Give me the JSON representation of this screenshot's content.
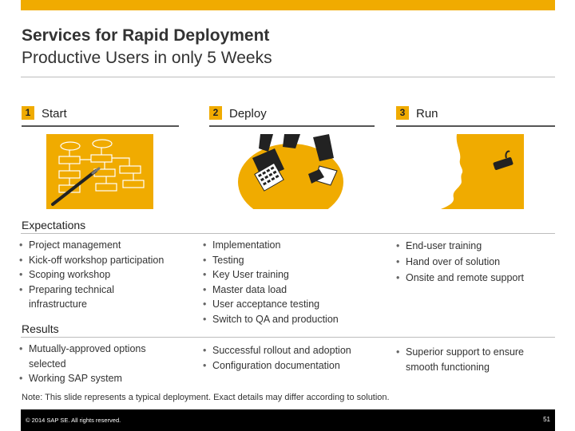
{
  "title": {
    "line1": "Services for Rapid Deployment",
    "line2": "Productive Users in only 5 Weeks"
  },
  "phases": [
    {
      "number": "1",
      "label": "Start"
    },
    {
      "number": "2",
      "label": "Deploy"
    },
    {
      "number": "3",
      "label": "Run"
    }
  ],
  "expectations": {
    "heading": "Expectations",
    "start": [
      "Project management",
      "Kick-off workshop participation",
      "Scoping workshop",
      "Preparing technical infrastructure"
    ],
    "deploy": [
      "Implementation",
      "Testing",
      "Key User training",
      "Master data load",
      "User acceptance testing",
      "Switch to QA and production"
    ],
    "run": [
      "End-user training",
      "Hand over of solution",
      "Onsite and remote support"
    ]
  },
  "results": {
    "heading": "Results",
    "start": [
      "Mutually-approved options selected",
      "Working SAP system"
    ],
    "deploy": [
      "Successful rollout and adoption",
      "Configuration documentation"
    ],
    "run": [
      "Superior support to ensure smooth functioning"
    ]
  },
  "note": "Note: This slide represents a typical deployment. Exact details may differ according to solution.",
  "footer": {
    "copyright": "© 2014 SAP SE. All rights reserved.",
    "page_number": "51"
  },
  "colors": {
    "accent": "#f0ab00",
    "footer": "#000000"
  },
  "icons": {
    "start": "flowchart-pen-illustration",
    "deploy": "hands-calculator-illustration",
    "run": "person-headset-illustration"
  }
}
